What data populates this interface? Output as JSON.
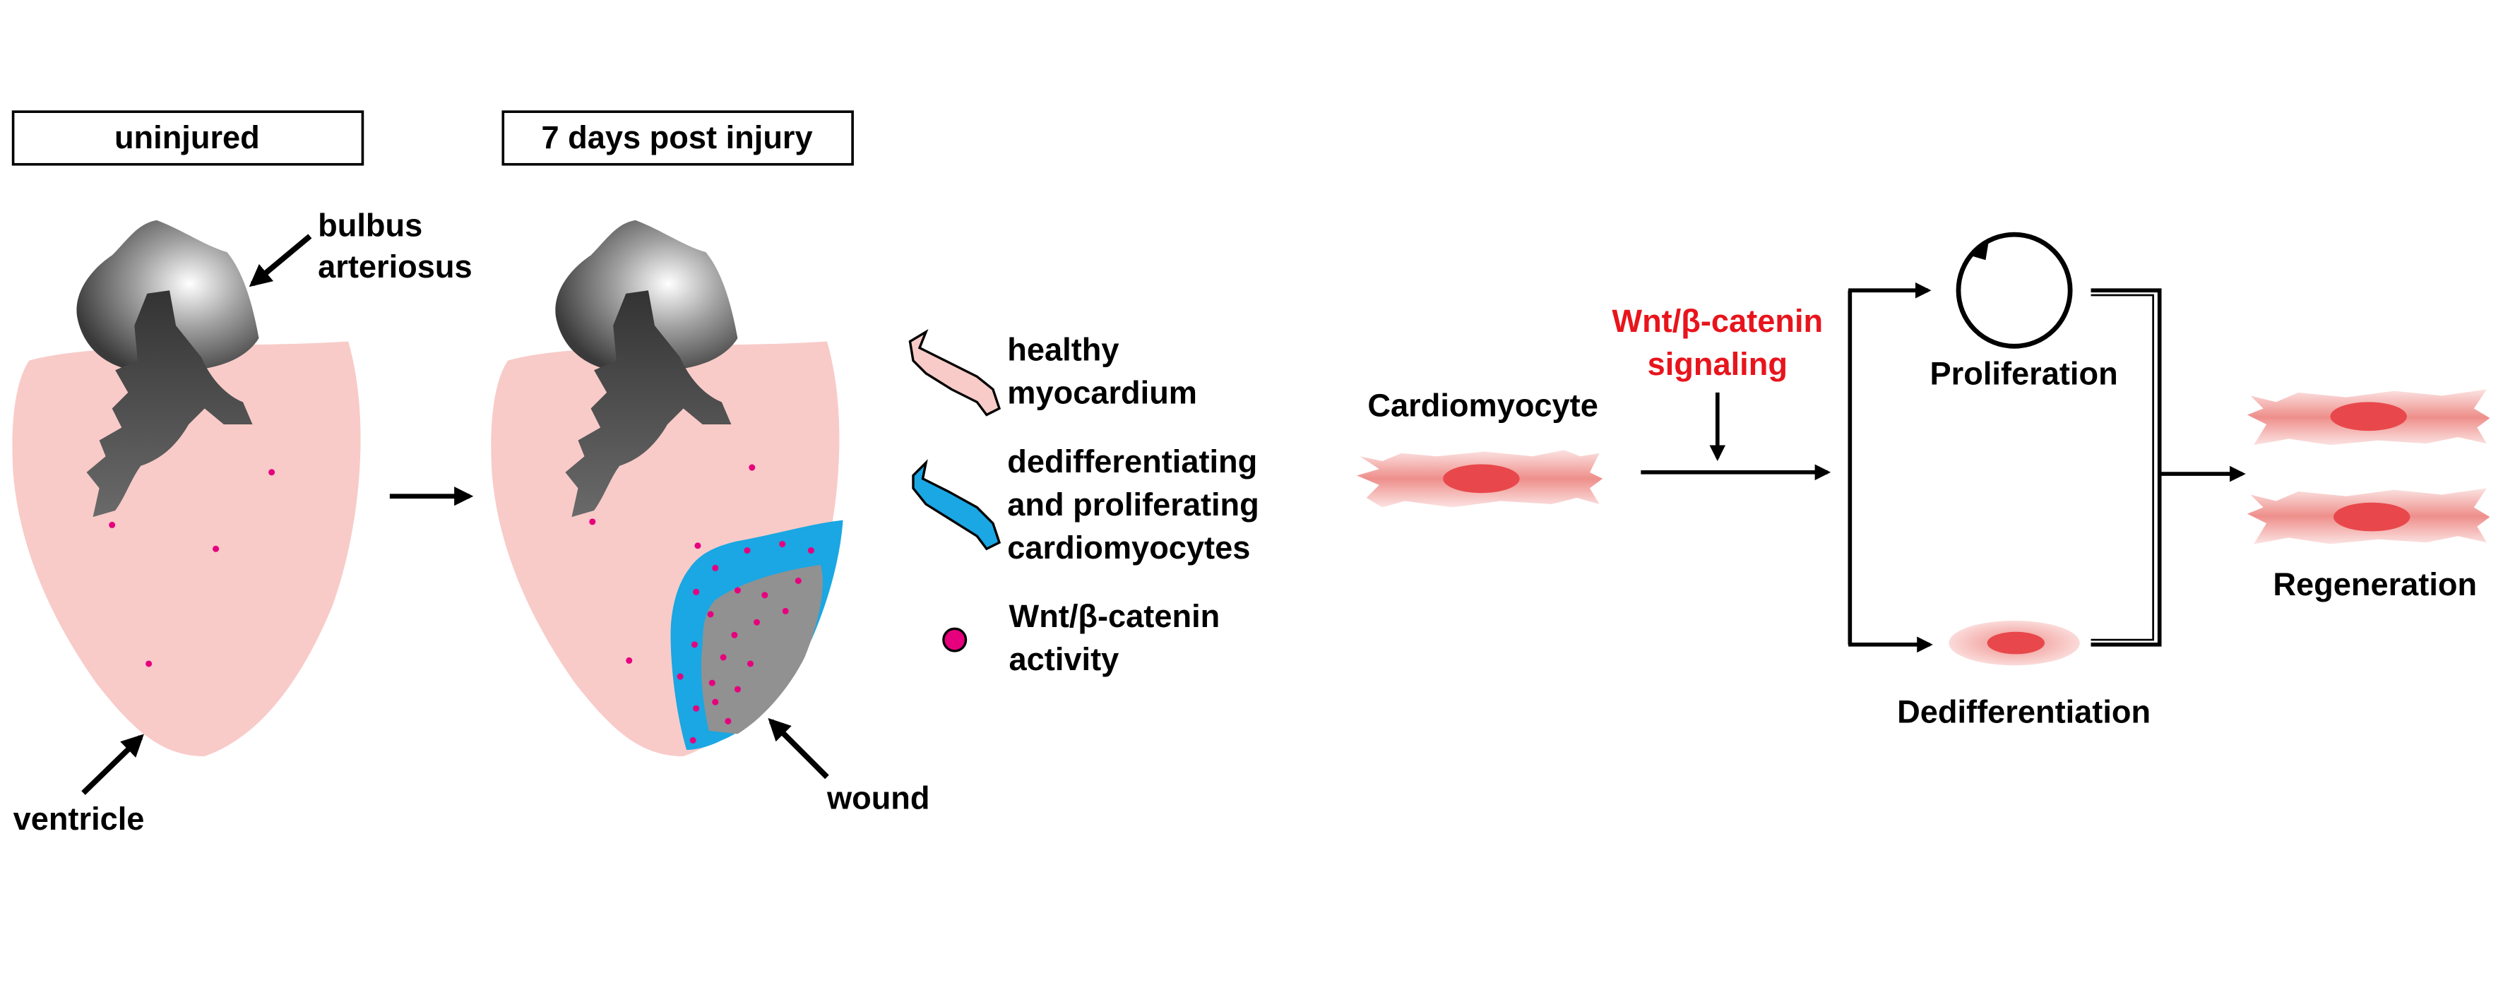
{
  "panels": {
    "uninjured_title": "uninjured",
    "injury_title": "7 days post injury"
  },
  "heart_labels": {
    "bulbus_line1": "bulbus",
    "bulbus_line2": "arteriosus",
    "ventricle": "ventricle",
    "wound": "wound"
  },
  "legend": {
    "healthy_line1": "healthy",
    "healthy_line2": "myocardium",
    "dediff_line1": "dedifferentiating",
    "dediff_line2": "and proliferating",
    "dediff_line3": "cardiomyocytes",
    "wnt_line1": "Wnt/β-catenin",
    "wnt_line2": "activity"
  },
  "pathway": {
    "cardiomyocyte": "Cardiomyocyte",
    "signal_line1": "Wnt/β-catenin",
    "signal_line2": "signaling",
    "proliferation": "Proliferation",
    "dedifferentiation": "Dedifferentiation",
    "regeneration": "Regeneration"
  },
  "colors": {
    "myocardium": "#f8cbc8",
    "dediff_zone": "#1aa7e3",
    "wound": "#919191",
    "wnt_dot": "#e6007e",
    "cell_body": "#ee8f8b",
    "nucleus": "#e8484c",
    "signal_text": "#e8141c"
  }
}
